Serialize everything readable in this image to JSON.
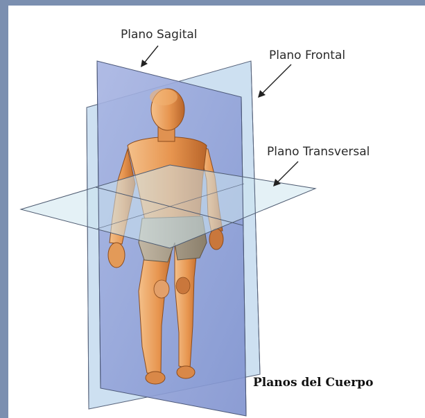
{
  "labels": {
    "sagittal": "Plano Sagital",
    "frontal": "Plano Frontal",
    "transverse": "Plano Transversal",
    "title": "Planos del Cuerpo"
  },
  "colors": {
    "background": "#7b8fb0",
    "sagittal_plane": "#8e9fd6",
    "frontal_plane": "#b9d3ea",
    "transverse_plane": "#cfe6ee",
    "skin": "#e9a05f",
    "shorts": "#a79a86"
  }
}
